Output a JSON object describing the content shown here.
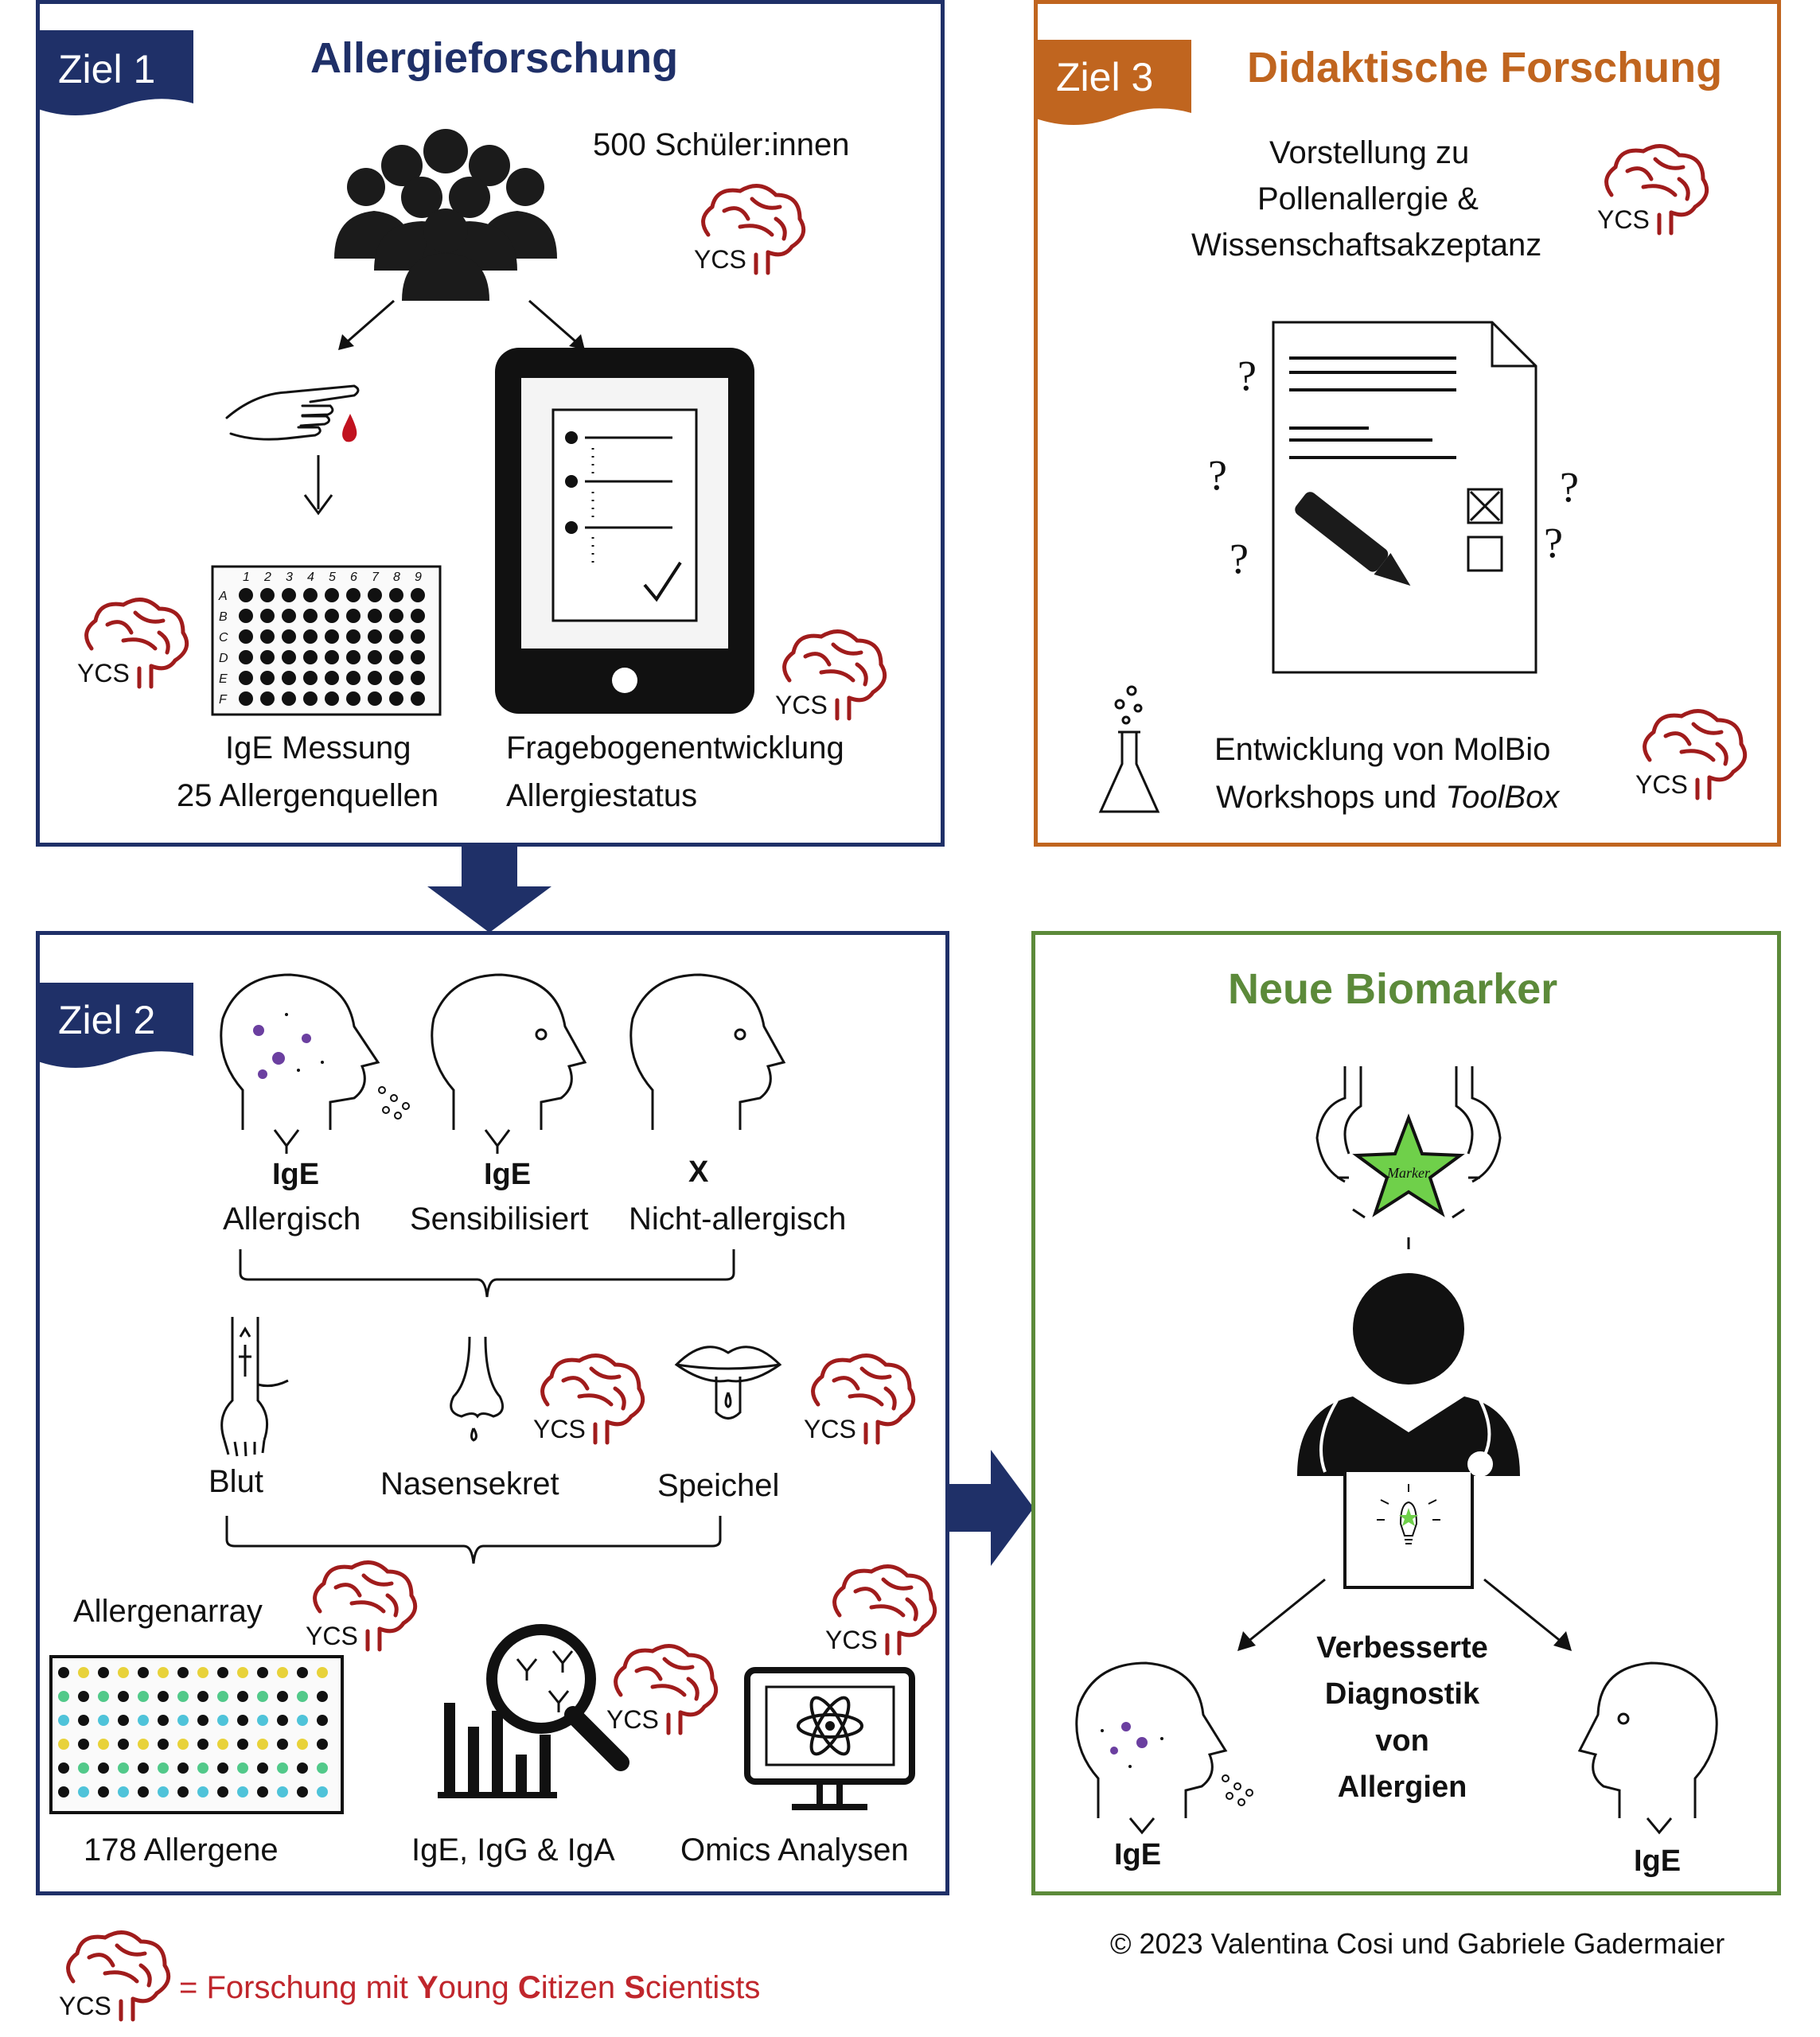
{
  "colors": {
    "navy": "#1f3068",
    "orange": "#c0651f",
    "green": "#5c8a3a",
    "ycs_red": "#a01c1c",
    "marker_green": "#6fd04a"
  },
  "goal1": {
    "tag": "Ziel 1",
    "title": "Allergieforschung",
    "students": "500 Schüler:innen",
    "ige_line1": "IgE Messung",
    "ige_line2": "25 Allergenquellen",
    "quest_line1": "Fragebogenentwicklung",
    "quest_line2": "Allergiestatus",
    "plate_cols": [
      "1",
      "2",
      "3",
      "4",
      "5",
      "6",
      "7",
      "8",
      "9"
    ],
    "plate_rows": [
      "A",
      "B",
      "C",
      "D",
      "E",
      "F"
    ]
  },
  "goal3": {
    "tag": "Ziel 3",
    "title": "Didaktische Forschung",
    "idea_line1": "Vorstellung zu",
    "idea_line2": "Pollenallergie &",
    "idea_line3": "Wissenschaftsakzeptanz",
    "workshop_line1": "Entwicklung von MolBio",
    "workshop_line2_prefix": "Workshops und ",
    "workshop_line2_italic": "ToolBox"
  },
  "goal2": {
    "tag": "Ziel 2",
    "groups": [
      {
        "marker": "IgE",
        "label": "Allergisch"
      },
      {
        "marker": "IgE",
        "label": "Sensibilisiert"
      },
      {
        "marker": "X",
        "label": "Nicht-allergisch"
      }
    ],
    "samples": [
      "Blut",
      "Nasensekret",
      "Speichel"
    ],
    "array_title": "Allergenarray",
    "array_caption": "178 Allergene",
    "ig_caption": "IgE, IgG & IgA",
    "omics_caption": "Omics Analysen"
  },
  "biomarker": {
    "title": "Neue Biomarker",
    "star_text": "Marker",
    "diag_line1": "Verbesserte",
    "diag_line2": "Diagnostik",
    "diag_line3": "von",
    "diag_line4": "Allergien",
    "left_label": "IgE",
    "right_label": "IgE"
  },
  "ycs": {
    "badge": "YCS",
    "legend_prefix": "= Forschung mit ",
    "legend_y": "Y",
    "legend_oung": "oung ",
    "legend_c": "C",
    "legend_itizen": "itizen ",
    "legend_s": "S",
    "legend_cientists": "cientists"
  },
  "copyright": "© 2023 Valentina Cosi und Gabriele Gadermaier"
}
